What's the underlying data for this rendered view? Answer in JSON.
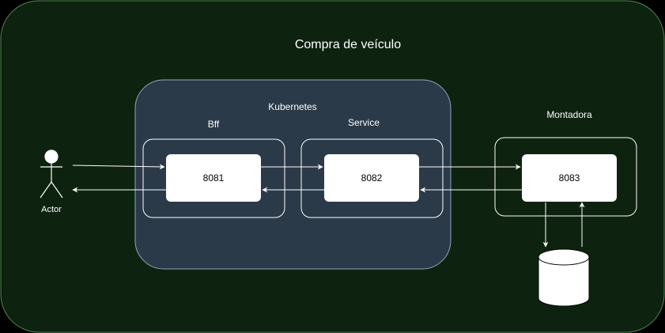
{
  "title": "Compra de veículo",
  "actor": {
    "label": "Actor"
  },
  "kubernetes": {
    "label": "Kubernetes",
    "bff": {
      "label": "Bff",
      "port": "8081"
    },
    "service": {
      "label": "Service",
      "port": "8082"
    }
  },
  "montadora": {
    "label": "Montadora",
    "port": "8083"
  },
  "database": {
    "label": ""
  },
  "colors": {
    "canvas": "#0e2210",
    "cluster": "#2b3a48",
    "stroke": "#ffffff",
    "node": "#ffffff"
  }
}
